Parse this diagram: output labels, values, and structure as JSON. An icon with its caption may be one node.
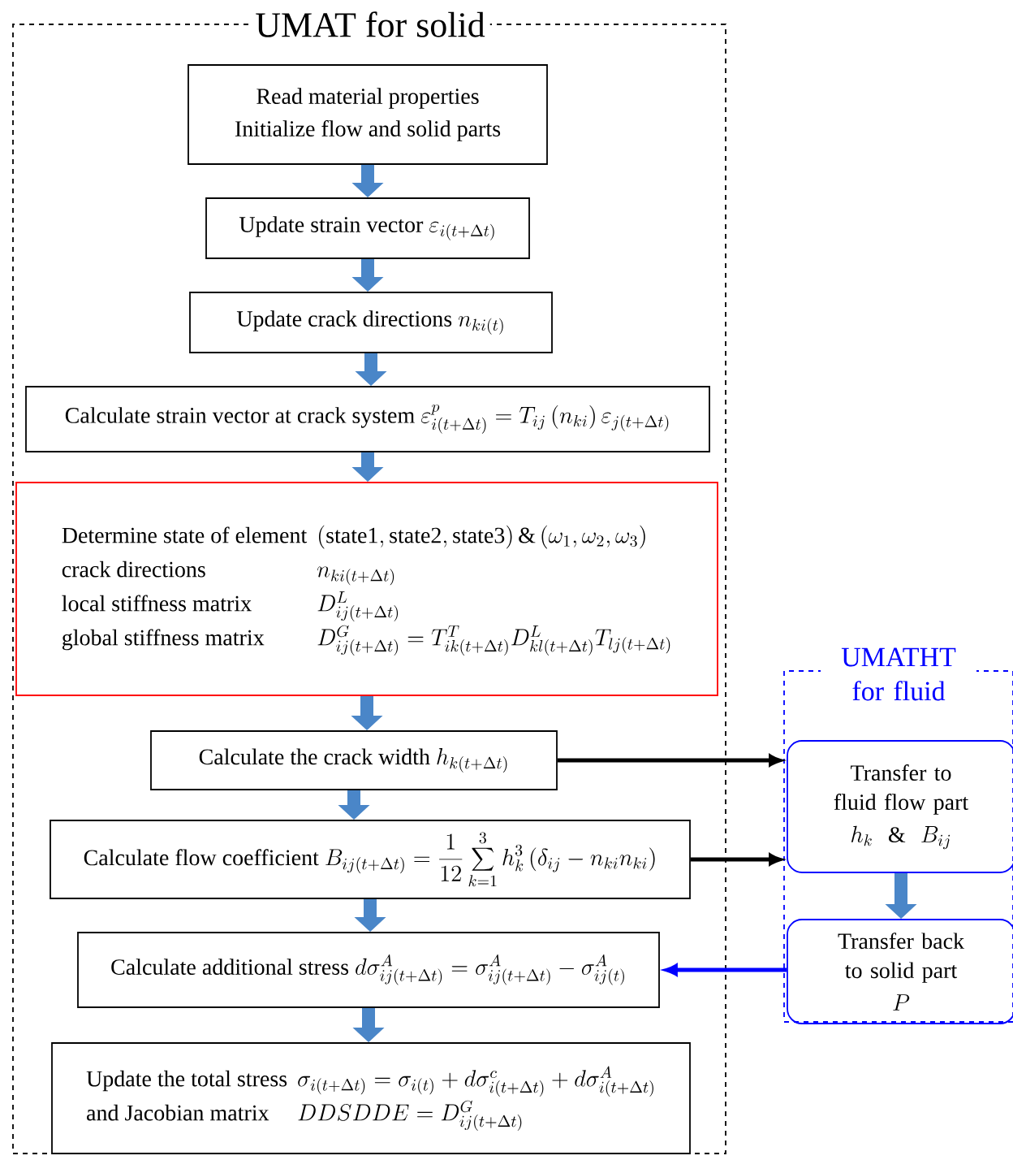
{
  "diagram": {
    "nodes": [
      {
        "text": [
          "UMAT for solid"
        ]
      },
      {
        "text": [
          "Read material properties",
          "Initialize flow and solid parts"
        ],
        "in": 0
      },
      {
        "text": [
          "Update strain vector",
          "\\varepsilon_{i(t+\\Delta t)}"
        ],
        "in": 0
      },
      {
        "text": [
          "Update crack directions",
          "n_{ki(t)}"
        ],
        "in": 0
      },
      {
        "text": [
          "Calculate strain vector at crack system",
          "\\varepsilon^{p}_{i(t+\\Delta t)}=T_{ij}\\left(n_{ki}\\right)\\varepsilon_{j(t+\\Delta t)}"
        ],
        "in": 0
      },
      {
        "text": [
          "Determine state of element",
          "\\left(\\mathrm{state1},\\mathrm{state2},\\mathrm{state3}\\right)\\&\\left(\\omega_1,\\omega_2,\\omega_3\\right)",
          "crack directions",
          "n_{ki(t+\\Delta t)}",
          "local stiffness matrix",
          "D^{L}_{ij(t+\\Delta t)}",
          "global stiffness matrix",
          "D^{G}_{ij(t+\\Delta t)}=T^{T}_{ik(t+\\Delta t)}D^{L}_{kl(t+\\Delta t)}T_{lj(t+\\Delta t)}"
        ],
        "in": 0
      },
      {
        "text": [
          "Calculate the crack width",
          "h_{k(t+\\Delta t)}"
        ],
        "in": 0
      },
      {
        "text": [
          "Calculate flow coefficient",
          "B_{ij(t+\\Delta t)}=\\frac{1}{12}\\sum_{k=1}^{3}h_k^3\\left(\\delta_{ij}-n_{ki}n_{ki}\\right)"
        ],
        "in": 0
      },
      {
        "text": [
          "Calculate additional stress",
          "d\\sigma^{A}_{ij(t+\\Delta t)}=\\sigma^{A}_{ij(t+\\Delta t)}-\\sigma^{A}_{ij(t)}"
        ],
        "in": 0
      },
      {
        "text": [
          "Update the total stress",
          "\\sigma_{i(t+\\Delta t)}=\\sigma_{i(t)}+d\\sigma^{c}_{i(t+\\Delta t)}+d\\sigma^{A}_{i(t+\\Delta t)}",
          "and Jacobian matrix",
          "DDSDDE=D^{G}_{ij(t+\\Delta t)}"
        ],
        "in": 0
      },
      {
        "text": [
          "UMATHT for fluid"
        ]
      },
      {
        "text": [
          "Transfer to fluid flow part",
          "h_k\\;\\&\\;B_{ij}"
        ],
        "in": 10
      },
      {
        "text": [
          "Transfer back to solid part",
          "P"
        ],
        "in": 10
      }
    ],
    "edges": [
      {
        "from": 1,
        "to": 2,
        "arrow": "to"
      },
      {
        "from": 2,
        "to": 3,
        "arrow": "to"
      },
      {
        "from": 3,
        "to": 4,
        "arrow": "to"
      },
      {
        "from": 4,
        "to": 5,
        "arrow": "to"
      },
      {
        "from": 5,
        "to": 6,
        "arrow": "to"
      },
      {
        "from": 6,
        "to": 7,
        "arrow": "to"
      },
      {
        "from": 7,
        "to": 8,
        "arrow": "to"
      },
      {
        "from": 8,
        "to": 9,
        "arrow": "to"
      },
      {
        "from": 11,
        "to": 12,
        "arrow": "to"
      },
      {
        "from": 6,
        "to": 11,
        "arrow": "to",
        "color": "#000000"
      },
      {
        "from": 7,
        "to": 11,
        "arrow": "to",
        "color": "#000000"
      },
      {
        "from": 12,
        "to": 8,
        "arrow": "to",
        "color": "#0000ff"
      }
    ]
  }
}
